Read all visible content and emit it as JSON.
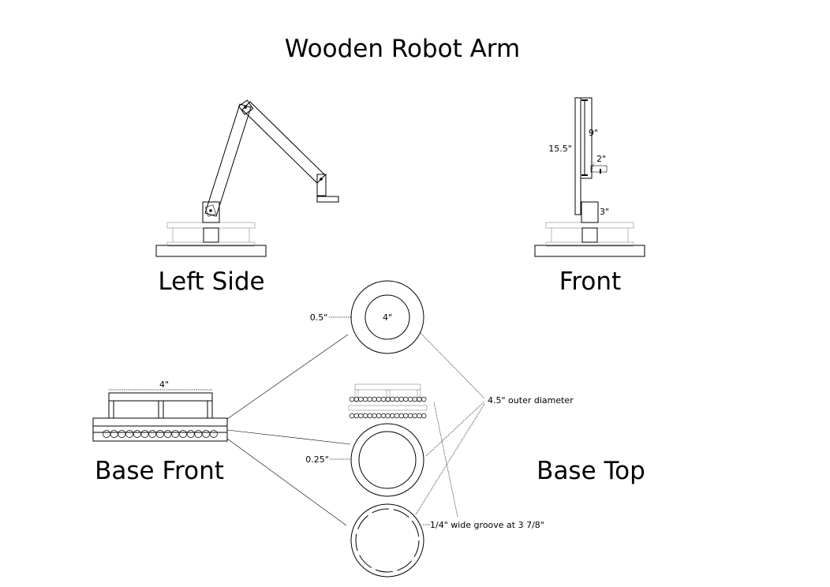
{
  "title": "Wooden Robot Arm",
  "views": {
    "left_side": "Left Side",
    "front": "Front",
    "base_front": "Base Front",
    "base_top": "Base Top"
  },
  "dimensions": {
    "arm_length": "15.5\"",
    "forearm_length": "9\"",
    "wrist_length": "2\"",
    "base_block": "3\"",
    "top_disc_inner": "4\"",
    "top_disc_ring": "0.5\"",
    "base_width": "4\"",
    "mid_disc_ring": "0.25\"",
    "outer_diameter": "4.5\"  outer diameter",
    "groove": "1/4\" wide groove at 3 7/8\""
  }
}
